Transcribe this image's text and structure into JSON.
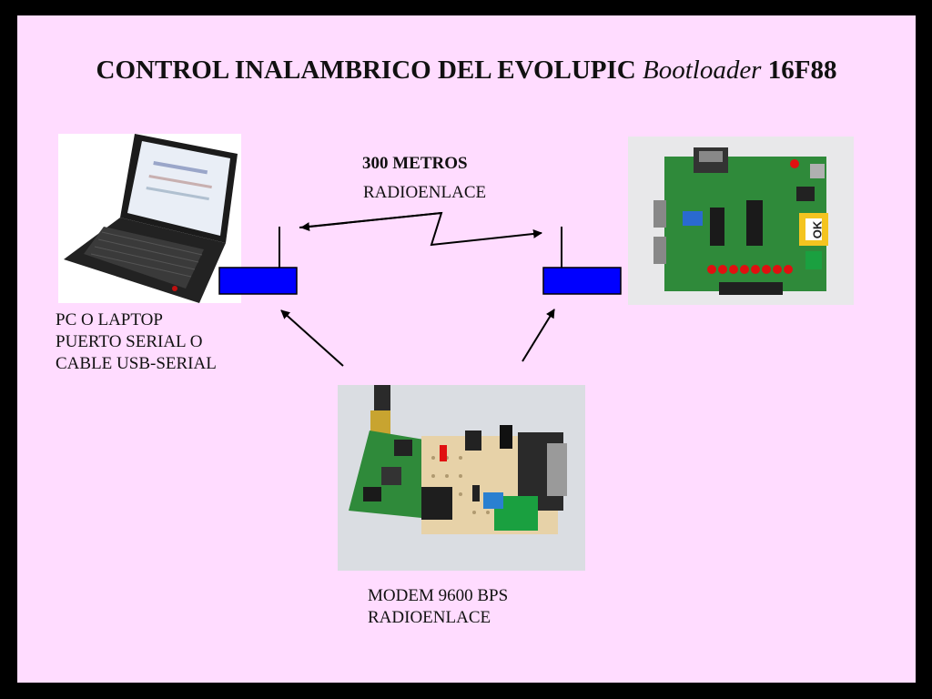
{
  "title": {
    "part1": "CONTROL INALAMBRICO DEL EVOLUPIC",
    "part2": "Bootloader",
    "part3": "16F88"
  },
  "link": {
    "distance": "300 METROS",
    "type": "RADIOENLACE"
  },
  "pc": {
    "line1": "PC O LAPTOP",
    "line2": "PUERTO SERIAL O",
    "line3": "CABLE USB-SERIAL"
  },
  "modem": {
    "line1": "MODEM 9600 BPS",
    "line2": "RADIOENLACE"
  },
  "board": {
    "badge": "OK"
  },
  "colors": {
    "background": "#ffdcff",
    "frame": "#000000",
    "radio_box": "#0000ff",
    "pcb_green": "#2f8a3a",
    "led_red": "#e01010"
  }
}
